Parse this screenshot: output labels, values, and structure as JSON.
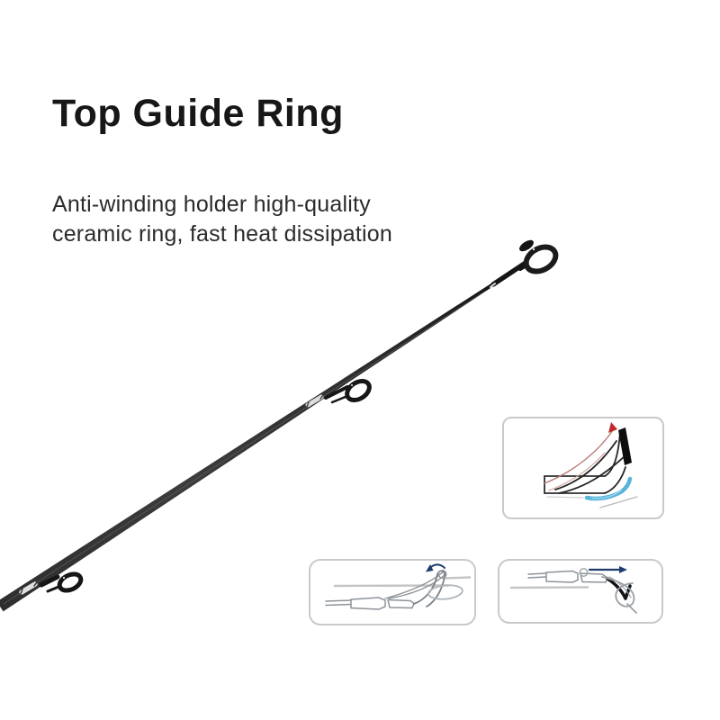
{
  "header": {
    "title": "Top Guide Ring",
    "subtitle_lines": [
      "Anti-winding holder high-quality",
      "ceramic ring, fast heat dissipation"
    ]
  },
  "figure": {
    "subject": "fishing-rod-tip-section",
    "parts": [
      "rod-blank",
      "butt-guide-ring",
      "mid-guide-ring",
      "top-guide-ring",
      "thread-wraps"
    ]
  },
  "insets": [
    {
      "name": "top-guide-cross-section-line-flow",
      "icons": [
        "red-line-up-arrow",
        "ceramic-ring-bar",
        "heat-dissipation-cyan-swoosh"
      ]
    },
    {
      "name": "line-winding-around-tip",
      "icons": [
        "loop-ellipse",
        "curved-arrow-navy"
      ]
    },
    {
      "name": "line-sliding-off-guide",
      "icons": [
        "loop-line",
        "right-arrow-navy"
      ]
    }
  ],
  "colors": {
    "background": "#ffffff",
    "title_text": "#171717",
    "body_text": "#2b2b2b",
    "rod_dark": "#2e2e2e",
    "inset_border": "#c9c9c9",
    "diagram_gray": "#8e949a",
    "diagram_light_gray": "#c4c4c4",
    "accent_red": "#bf2a2a",
    "accent_cyan": "#5ab4d9",
    "accent_navy": "#1d3c6e"
  }
}
